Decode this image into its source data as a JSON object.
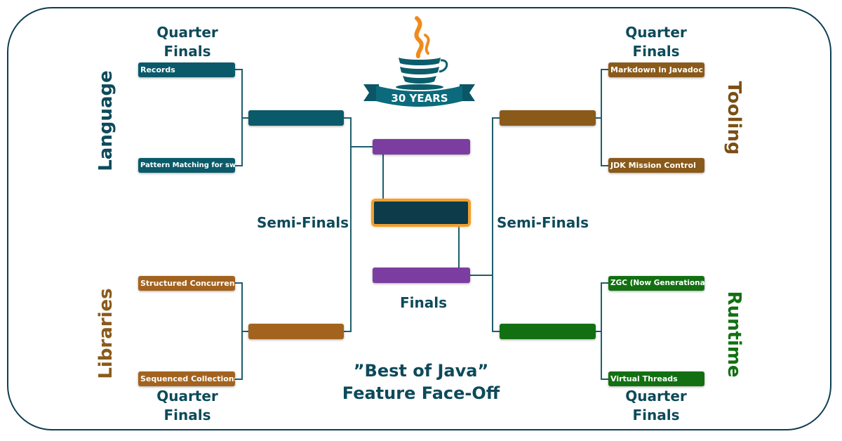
{
  "header": {
    "logo_badge": "30 YEARS"
  },
  "labels": {
    "quarter_finals_line1": "Quarter",
    "quarter_finals_line2": "Finals",
    "semi_finals": "Semi-Finals",
    "finals": "Finals",
    "title_line1": "”Best of Java”",
    "title_line2": "Feature Face-Off"
  },
  "categories": {
    "language": "Language",
    "libraries": "Libraries",
    "tooling": "Tooling",
    "runtime": "Runtime"
  },
  "bracket": {
    "language": [
      "Records",
      "Pattern Matching for switch"
    ],
    "libraries": [
      "Structured Concurrency",
      "Sequenced Collections"
    ],
    "tooling": [
      "Markdown in Javadoc",
      "JDK Mission Control"
    ],
    "runtime": [
      "ZGC (Now Generational)",
      "Virtual Threads"
    ],
    "semi_finals": [
      "",
      "",
      "",
      ""
    ],
    "finals": [
      "",
      ""
    ],
    "champion": ""
  },
  "colors": {
    "frame": "#0e3d52",
    "line": "#1d5e6c",
    "language": "#0a5a6a",
    "libraries": "#8a5a1a",
    "tooling": "#7a4f14",
    "runtime": "#127012",
    "finals": "#7b3ea0",
    "champion_border": "#f0a030",
    "champion_fill": "#0d3b4a",
    "logo_orange": "#f08a1c"
  }
}
